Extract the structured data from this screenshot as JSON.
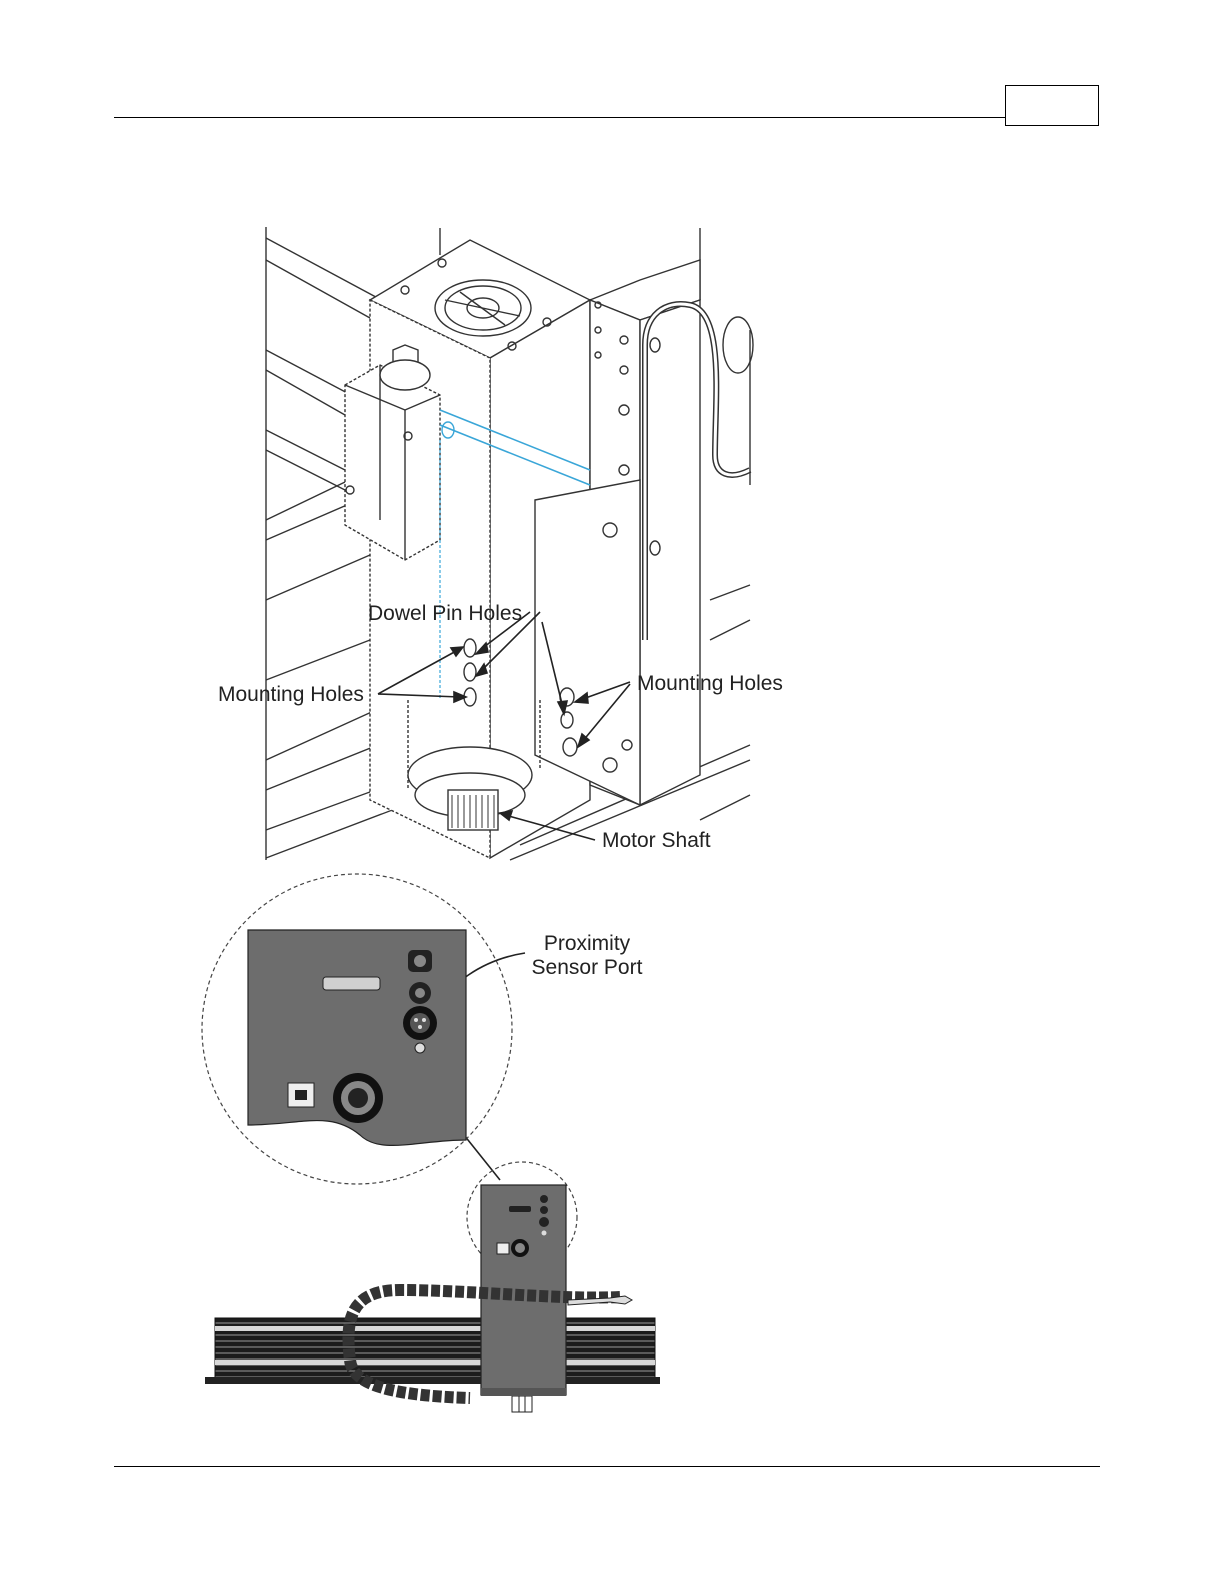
{
  "header": {
    "page_number": ""
  },
  "figure_top": {
    "callouts": {
      "dowel_pin_holes": "Dowel Pin Holes",
      "mounting_holes_left": "Mounting Holes",
      "mounting_holes_right": "Mounting Holes",
      "motor_shaft": "Motor Shaft"
    }
  },
  "figure_bottom": {
    "callouts": {
      "proximity_line1": "Proximity",
      "proximity_line2": "Sensor Port"
    }
  },
  "colors": {
    "panel_gray": "#6d6d6d",
    "line_black": "#333333",
    "accent_blue": "#3aa6d8"
  }
}
